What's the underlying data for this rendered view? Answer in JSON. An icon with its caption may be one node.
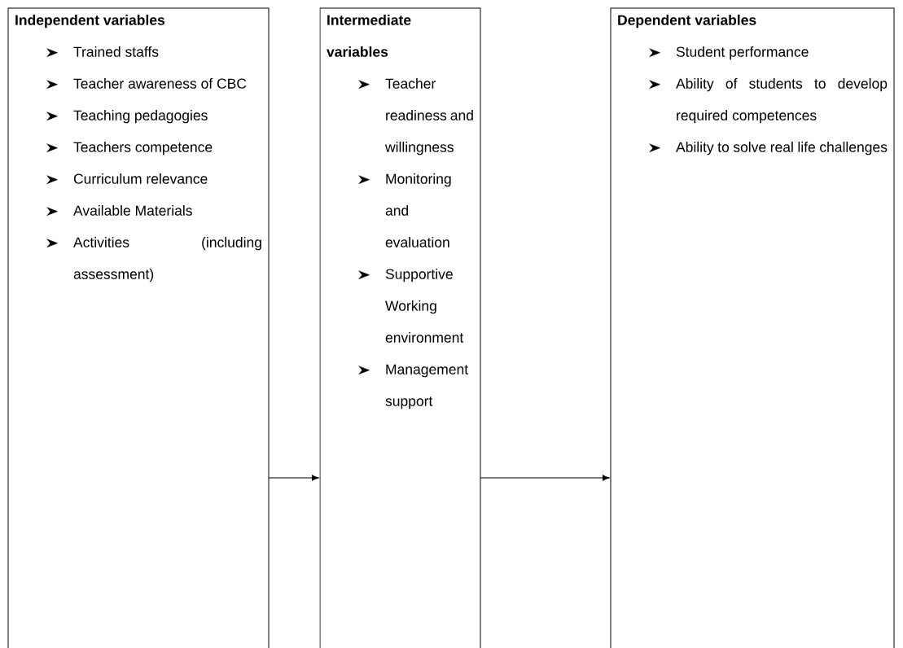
{
  "diagram": {
    "nodes": [
      {
        "text": [
          "Independent variables",
          "Trained staffs",
          "Teacher awareness of CBC",
          "Teaching pedagogies",
          "Teachers competence",
          "Curriculum relevance",
          "Available Materials",
          "Activities (including assessment)"
        ]
      },
      {
        "text": [
          "Intermediate variables",
          "Teacher readiness and willingness",
          "Monitoring and evaluation",
          "Supportive Working environment",
          "Management support"
        ]
      },
      {
        "text": [
          "Dependent variables",
          "Student performance",
          "Ability of students to develop required competences",
          "Ability to solve real life challenges"
        ]
      }
    ],
    "edges": [
      {
        "from": 0,
        "to": 1,
        "arrow": "to"
      },
      {
        "from": 1,
        "to": 2,
        "arrow": "to"
      }
    ]
  }
}
